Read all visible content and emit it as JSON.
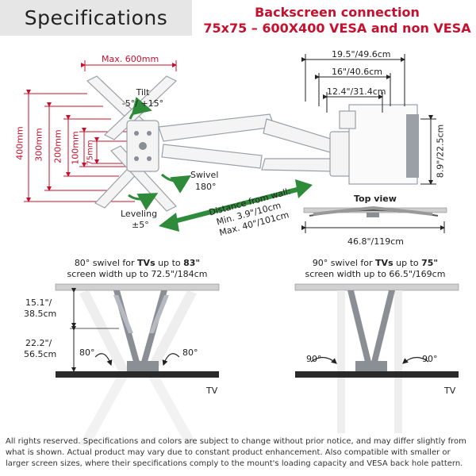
{
  "header": {
    "title": "Specifications",
    "headline_line1": "Backscreen connection",
    "headline_line2": "75x75 – 600X400 VESA and non VESA"
  },
  "front_view": {
    "width_label": "Max. 600mm",
    "heights": [
      "400mm",
      "300mm",
      "200mm",
      "100mm",
      "75mm"
    ],
    "tilt_label": "Tilt",
    "tilt_range": "-5°/ +15°",
    "swivel_label": "Swivel",
    "swivel_value": "180°",
    "leveling_label": "Leveling",
    "leveling_value": "±5°",
    "distance_title": "Distance from wall:",
    "distance_min": "Min. 3.9\"/10cm",
    "distance_max": "Max. 40\"/101cm"
  },
  "side_view": {
    "dims": [
      "19.5\"/49.6cm",
      "16\"/40.6cm",
      "12.4\"/31.4cm"
    ],
    "height_dim": "8.9\"/22.5cm"
  },
  "top_view": {
    "title": "Top view",
    "width": "46.8\"/119cm"
  },
  "swivel_left": {
    "caption_pre": "80° swivel for ",
    "caption_tvs": "TVs",
    "caption_mid": " up to ",
    "caption_size": "83\"",
    "caption_line2": "screen width up to 72.5\"/184cm",
    "dim1": "15.1\"/",
    "dim1b": "38.5cm",
    "dim2": "22.2\"/",
    "dim2b": "56.5cm",
    "angle_left": "80°",
    "angle_right": "80°",
    "tv_label": "TV"
  },
  "swivel_right": {
    "caption_pre": "90° swivel for ",
    "caption_tvs": "TVs",
    "caption_mid": " up to ",
    "caption_size": "75\"",
    "caption_line2": "screen width up to 66.5\"/169cm",
    "angle_left": "90°",
    "angle_right": "90°",
    "tv_label": "TV"
  },
  "footer": {
    "text": "All rights reserved. Specifications and colors are subject to change without prior notice, and may differ slightly from what is shown. Actual product may vary due to constant product enhancement. Also compatible with smaller or larger screen sizes, where their specifications comply to the mount's loading capacity and VESA back hole pattern."
  },
  "colors": {
    "accent_red": "#c8102e",
    "arrow_green": "#2e8b3a",
    "mount_white": "#f2f2f2",
    "mount_grey": "#8a8f96"
  }
}
